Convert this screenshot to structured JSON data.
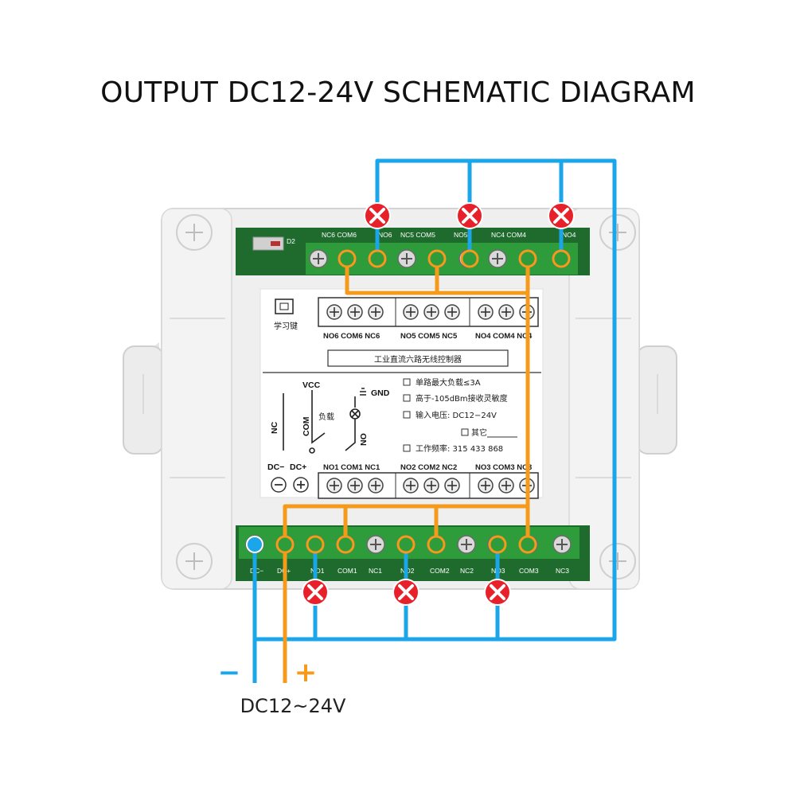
{
  "title": "OUTPUT DC12-24V SCHEMATIC DIAGRAM",
  "power": {
    "minus": "−",
    "plus": "+",
    "voltage": "DC12~24V"
  },
  "colors": {
    "negative_wire": "#1aa6e8",
    "positive_wire": "#f59a1b",
    "terminal_block": "#2e9c3b",
    "pcb": "#1f6b2e",
    "case": "#efefef",
    "load_lamp": "#e8202a"
  },
  "label_panel": {
    "top_terminals": [
      "NO6 COM6 NC6",
      "NO5 COM5 NC5",
      "NO4 COM4 NC4"
    ],
    "bottom_terminals": [
      "NO1 COM1 NC1",
      "NO2 COM2 NC2",
      "NO3 COM3 NC3"
    ],
    "name": "工业直流六路无线控制器",
    "learn_key": "学习键",
    "specs": [
      "单路最大负载≤3A",
      "高于-105dBm接收灵敏度",
      "输入电压: DC12−24V",
      "其它",
      "工作频率: 315  433  868"
    ],
    "vcc": "VCC",
    "gnd": "GND",
    "nc": "NC",
    "com": "COM",
    "no": "NO",
    "load": "负载",
    "dc_minus": "DC−",
    "dc_plus": "DC+"
  },
  "board_labels": {
    "top": [
      "NC6 COM6",
      "NO6",
      "NC5 COM5",
      "NO5",
      "NC4 COM4",
      "NO4"
    ],
    "bottom": [
      "DC−",
      "DC+",
      "NO1",
      "COM1",
      "NC1",
      "NO2",
      "COM2",
      "NC2",
      "NO3",
      "COM3",
      "NC3"
    ],
    "led": "D2"
  },
  "loads": [
    "load-6",
    "load-5",
    "load-4",
    "load-1",
    "load-2",
    "load-3"
  ]
}
